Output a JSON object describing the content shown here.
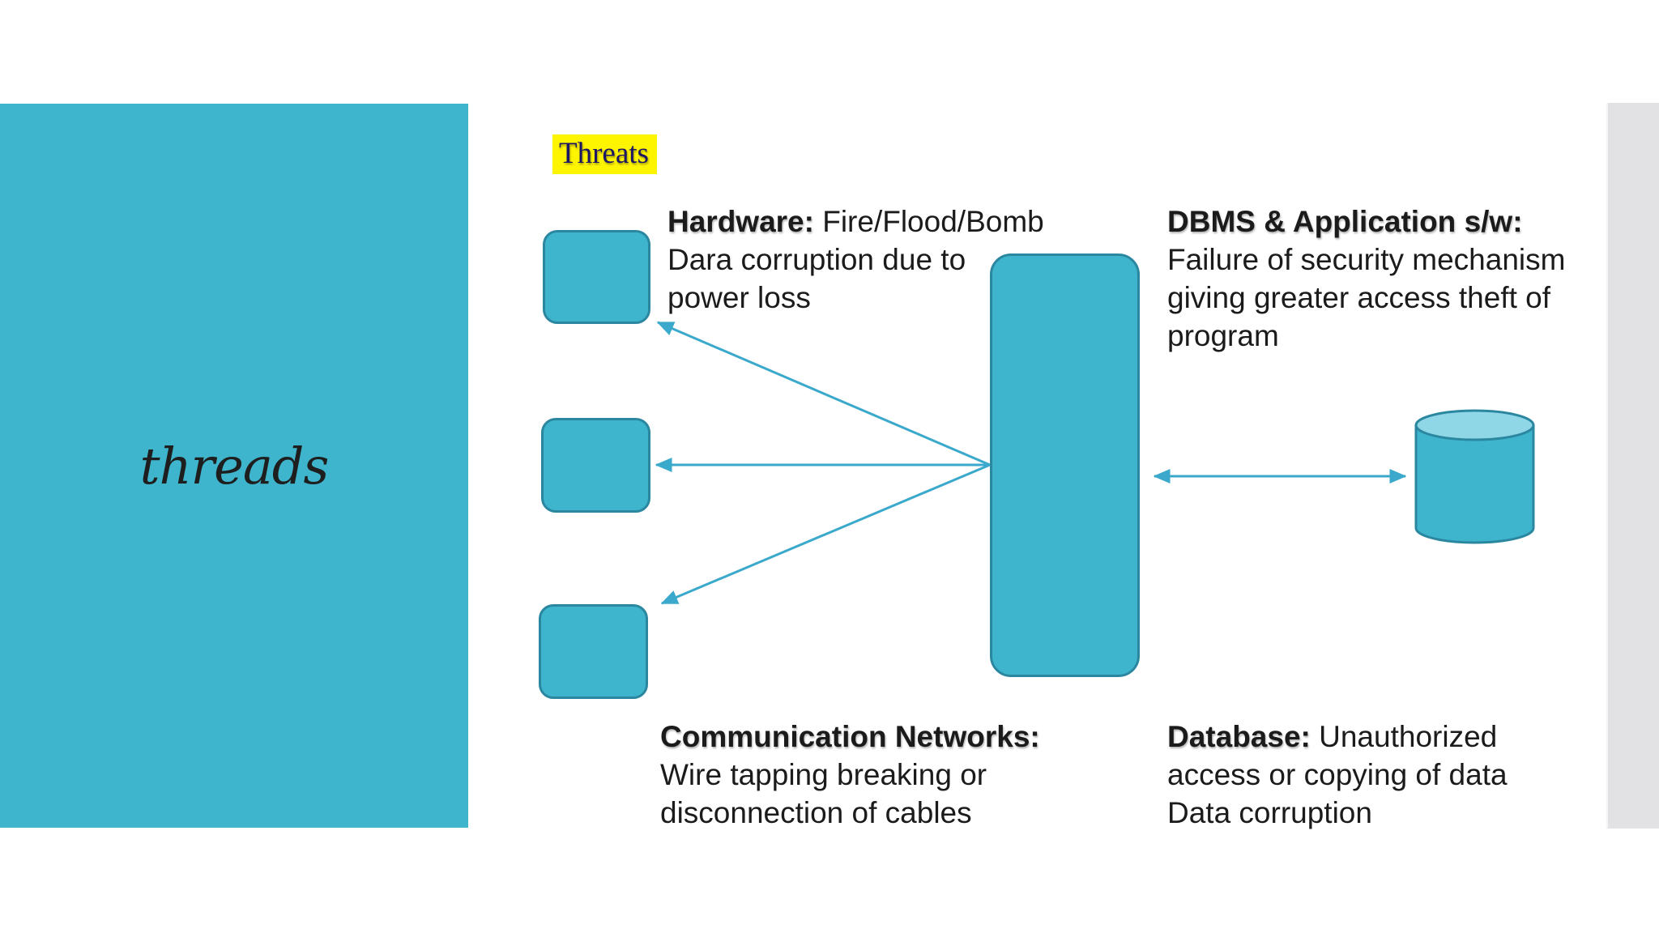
{
  "slide": {
    "title": "Threats",
    "side_label": "threads",
    "annotations": {
      "hardware": {
        "label": "Hardware:",
        "line1_rest": " Fire/Flood/Bomb",
        "line2": "Dara corruption due to",
        "line3": "power loss"
      },
      "dbms": {
        "label": "DBMS & Application s/w:",
        "line2": "Failure of security mechanism",
        "line3": "giving greater access theft of",
        "line4": "program"
      },
      "communication": {
        "label": "Communication Networks:",
        "line2": "Wire tapping breaking or",
        "line3": "disconnection of cables"
      },
      "database": {
        "label": "Database:",
        "line1_rest": " Unauthorized",
        "line2": "access or copying of data",
        "line3": "Data corruption"
      }
    },
    "colors": {
      "shape_fill": "#3eb5cd",
      "shape_border": "#2b87a0",
      "cylinder_top": "#8fd6e6",
      "arrow": "#3aa9cb",
      "title_highlight": "#fdf400",
      "title_text": "#1c1666",
      "body_text": "#1b1b1b",
      "side_panel": "#3eb5cd",
      "next_slide_strip": "#e2e2e4"
    }
  }
}
